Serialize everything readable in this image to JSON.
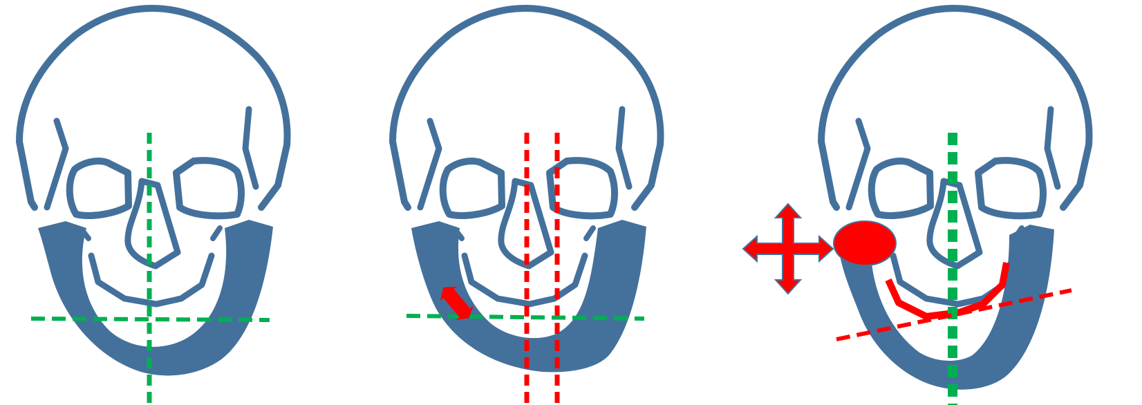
{
  "colors": {
    "bone": "#44719c",
    "normal_guide": "#00b050",
    "abnormal": "#ff0000",
    "background": "#ffffff"
  },
  "panels": [
    {
      "id": "panel-1",
      "description_key": "symmetric-skull",
      "midline_color": "normal_guide",
      "occlusal_line_color": "normal_guide",
      "markers": []
    },
    {
      "id": "panel-2",
      "description_key": "mandible-midline-shift",
      "midline_color": "abnormal",
      "occlusal_line_color": "normal_guide",
      "markers": [
        "double-arrow-icon"
      ]
    },
    {
      "id": "panel-3",
      "description_key": "condyle-lesion-occlusal-cant",
      "midline_color": "normal_guide",
      "occlusal_line_color": "abnormal",
      "markers": [
        "four-way-arrow-icon",
        "condyle-mass-ellipse",
        "tilted-tooth-line"
      ]
    }
  ]
}
